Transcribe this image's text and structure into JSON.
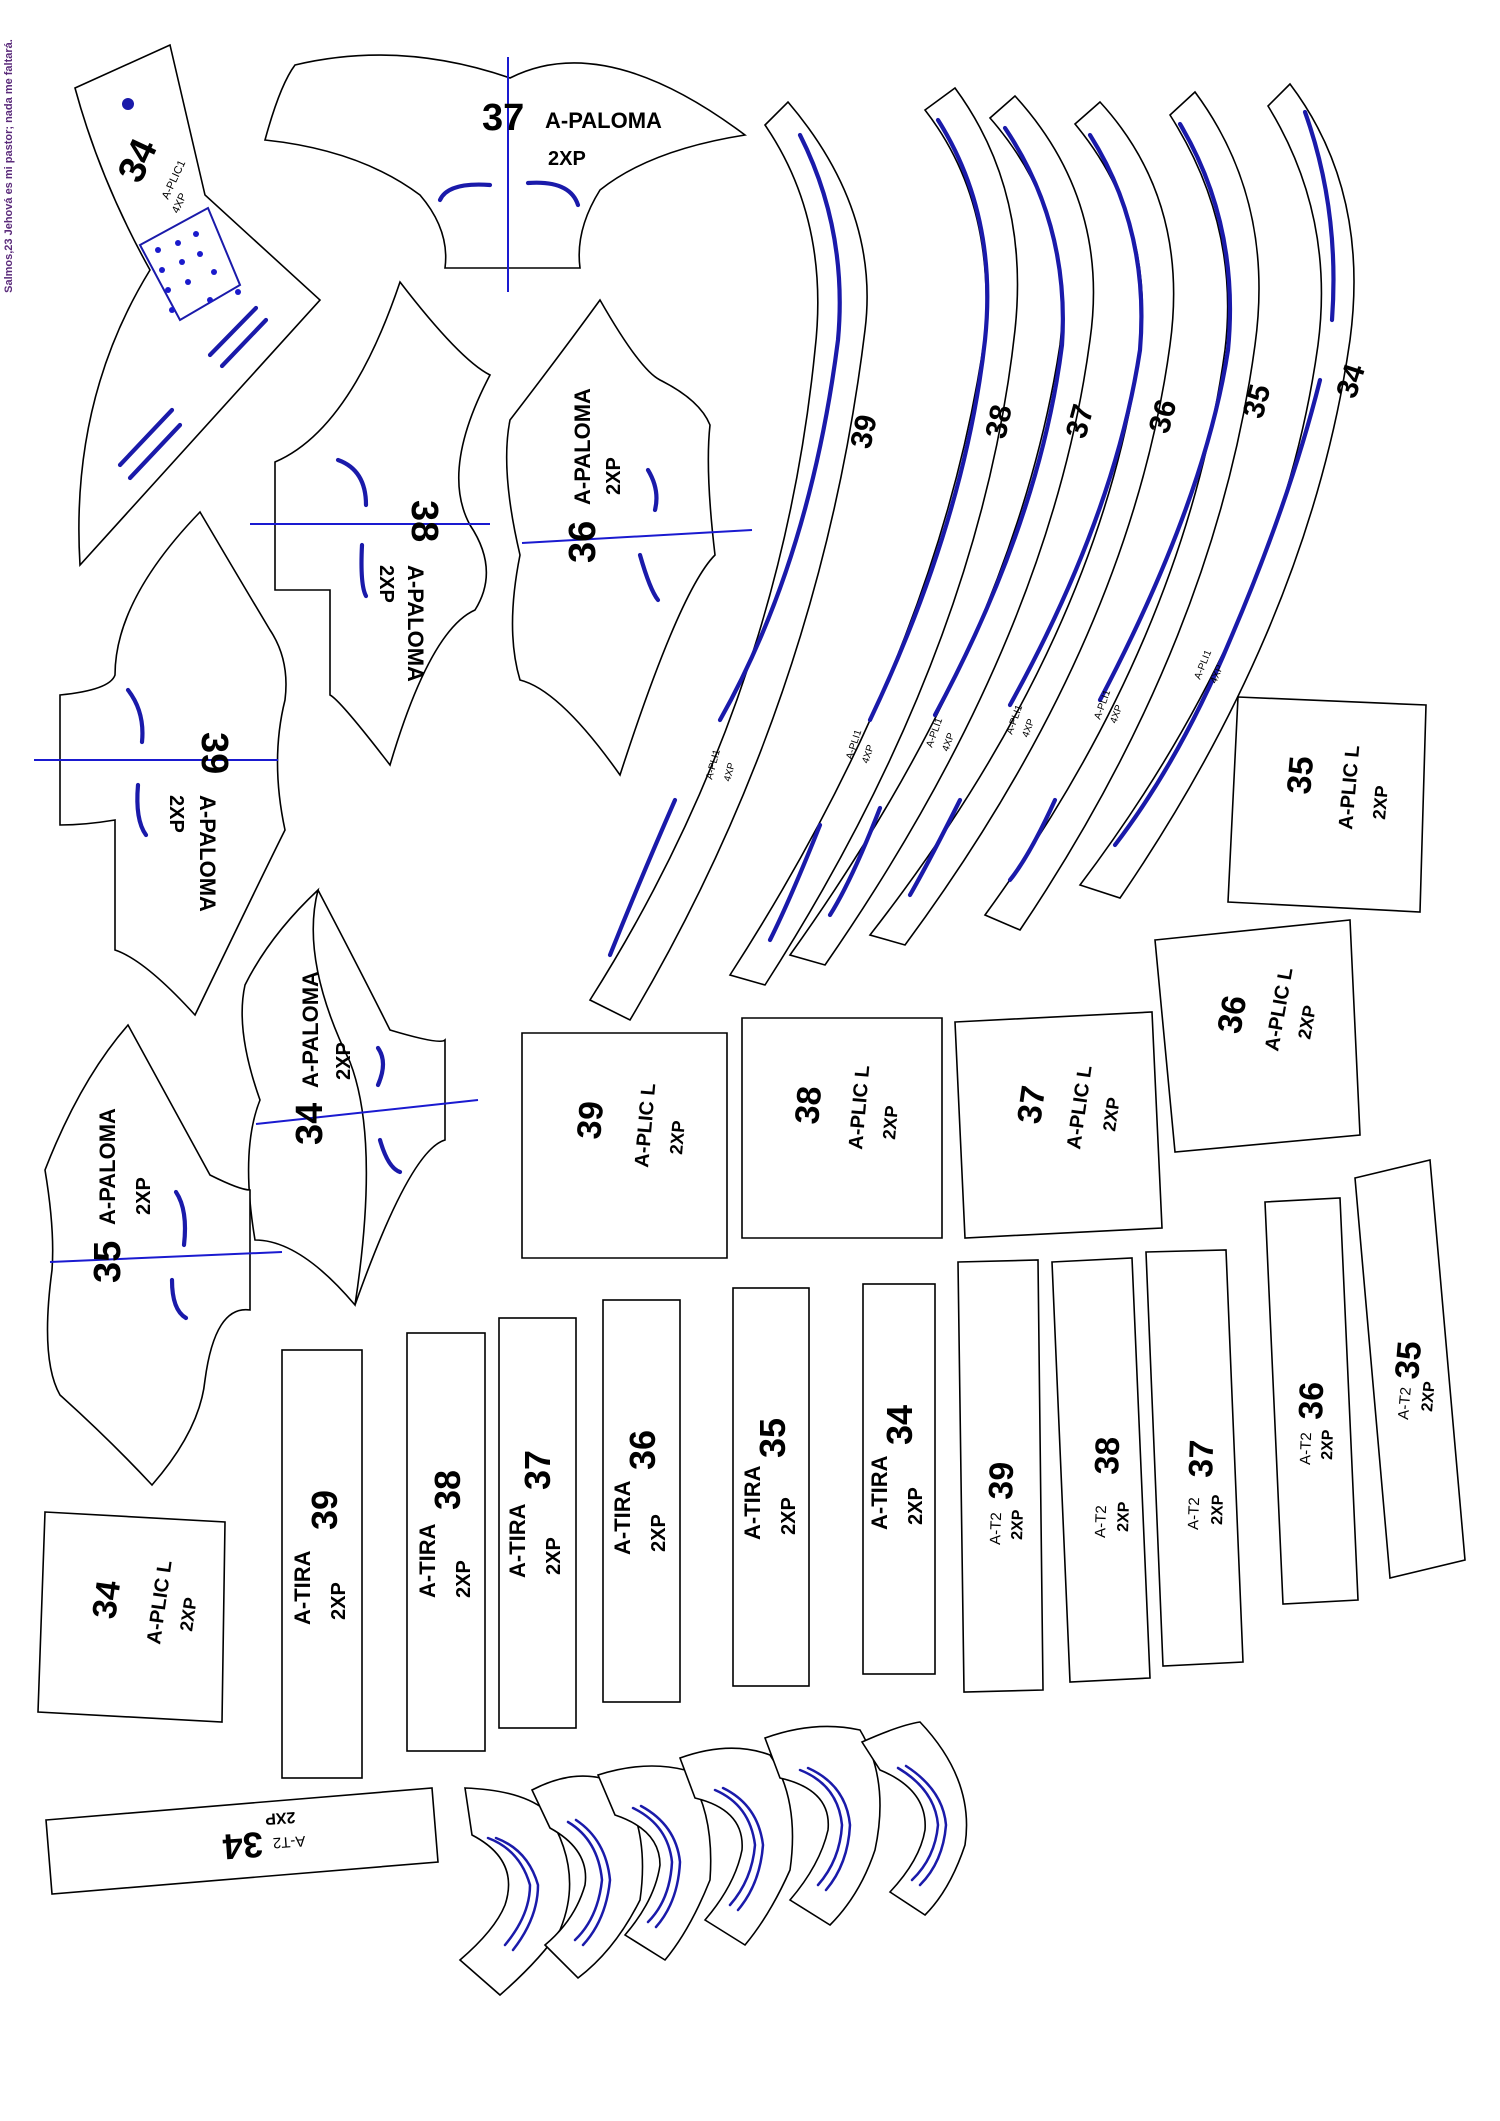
{
  "verse": "Salmos,23 Jehová es mi pastor; nada me faltará.",
  "colors": {
    "outline": "#000000",
    "slot": "#1a1aaa",
    "guide": "#1a1ad0",
    "verse": "#5a2a7a"
  },
  "codes": {
    "paloma": "A-PALOMA",
    "plic1": "A-PLIC1",
    "pli1": "A-PLI1",
    "plicl": "A-PLIC L",
    "tira": "A-TIRA",
    "t2": "A-T2",
    "q2": "2XP",
    "q4": "4XP"
  },
  "sizes": {
    "s34": "34",
    "s35": "35",
    "s36": "36",
    "s37": "37",
    "s38": "38",
    "s39": "39"
  }
}
